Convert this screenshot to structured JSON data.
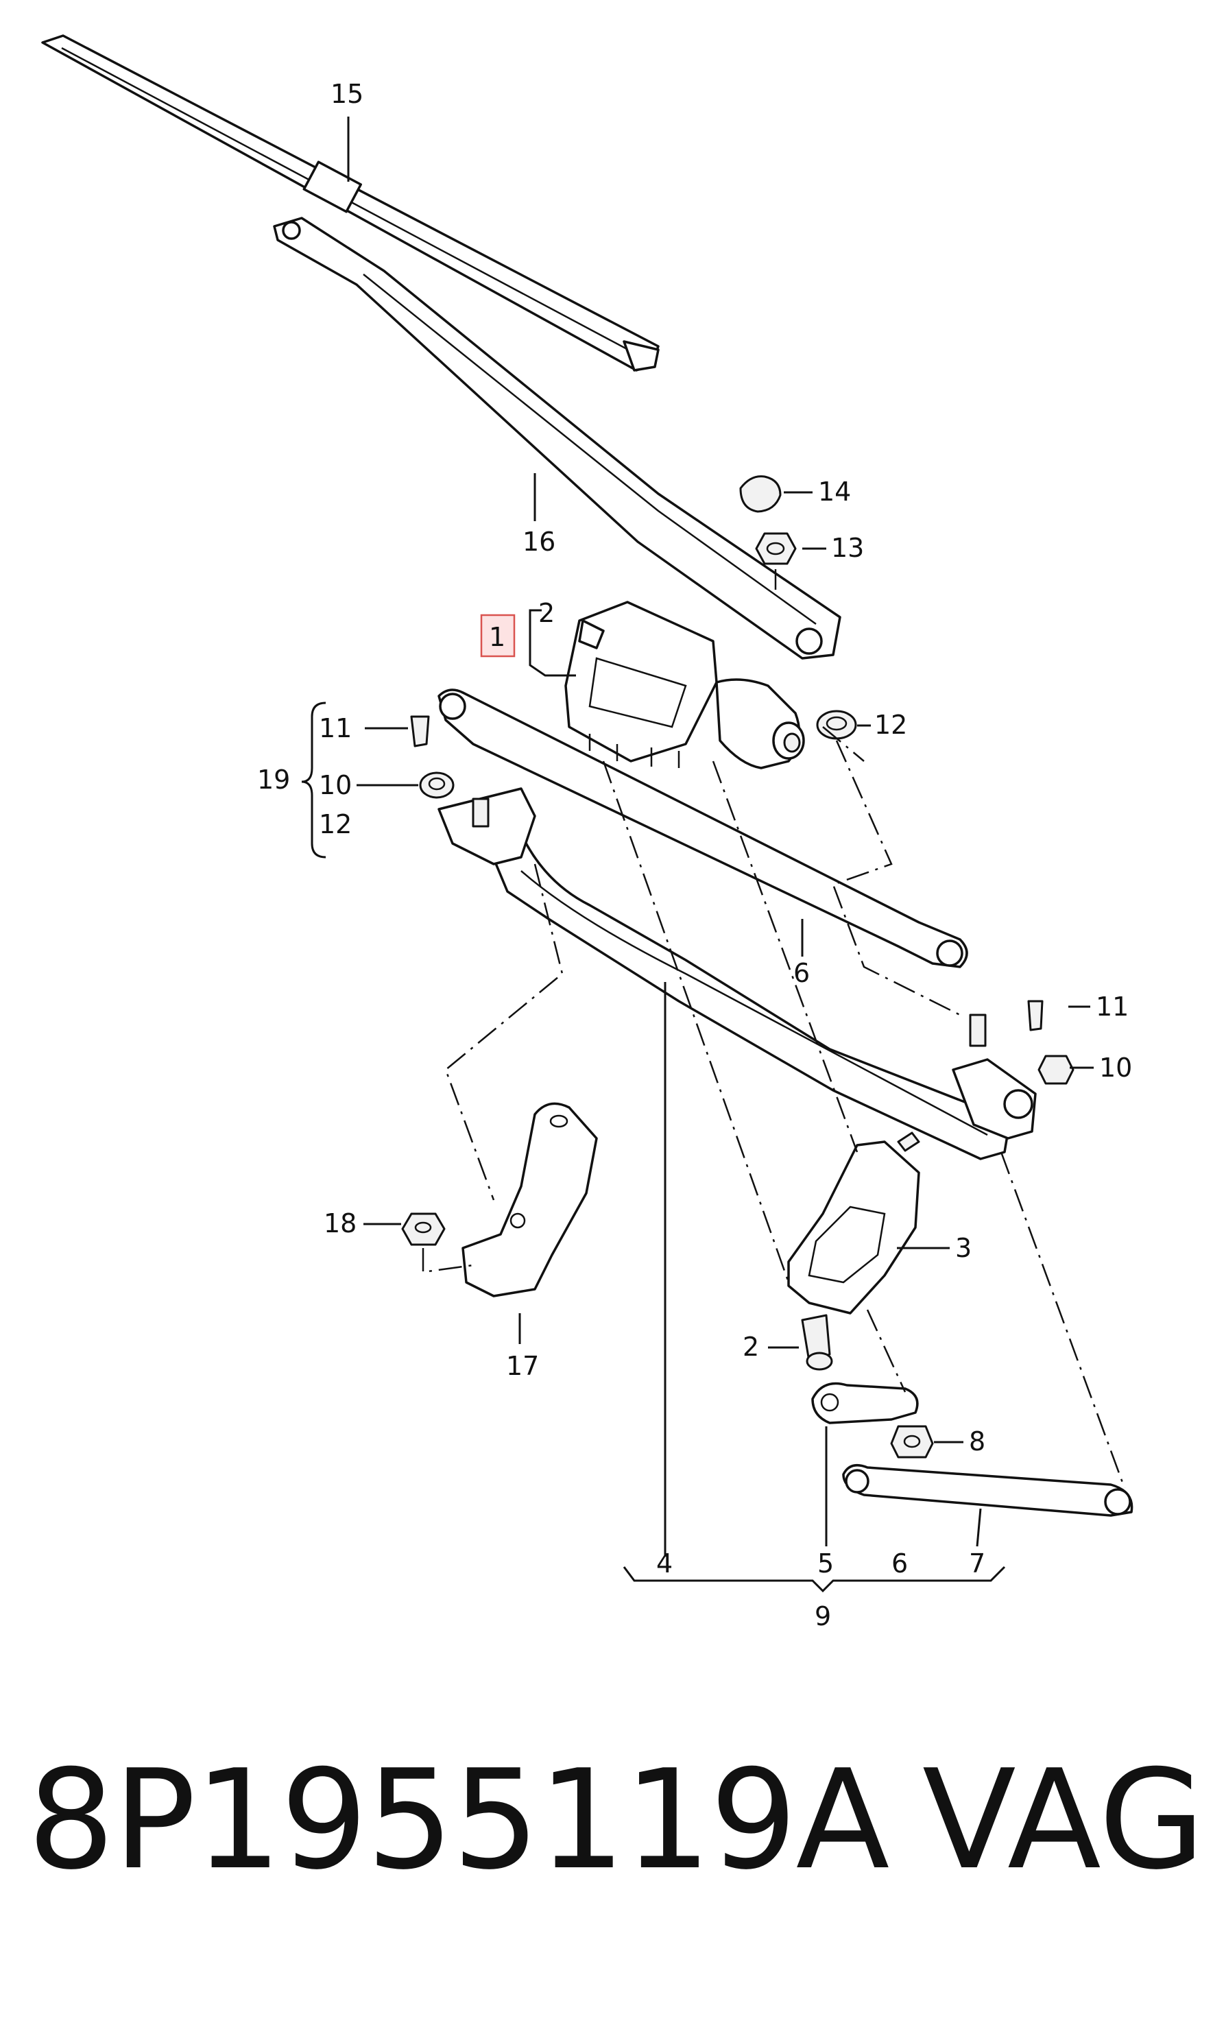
{
  "callouts": {
    "c1": "1",
    "c2a": "2",
    "c2b": "2",
    "c3": "3",
    "c4": "4",
    "c5": "5",
    "c6a": "6",
    "c6b": "6",
    "c7": "7",
    "c8": "8",
    "c9": "9",
    "c10a": "10",
    "c10b": "10",
    "c11a": "11",
    "c11b": "11",
    "c12a": "12",
    "c12b": "12",
    "c13": "13",
    "c14": "14",
    "c15": "15",
    "c16": "16",
    "c17": "17",
    "c18": "18",
    "c19": "19"
  },
  "footer": {
    "part_number": "8P1955119A",
    "brand": "VAG"
  }
}
